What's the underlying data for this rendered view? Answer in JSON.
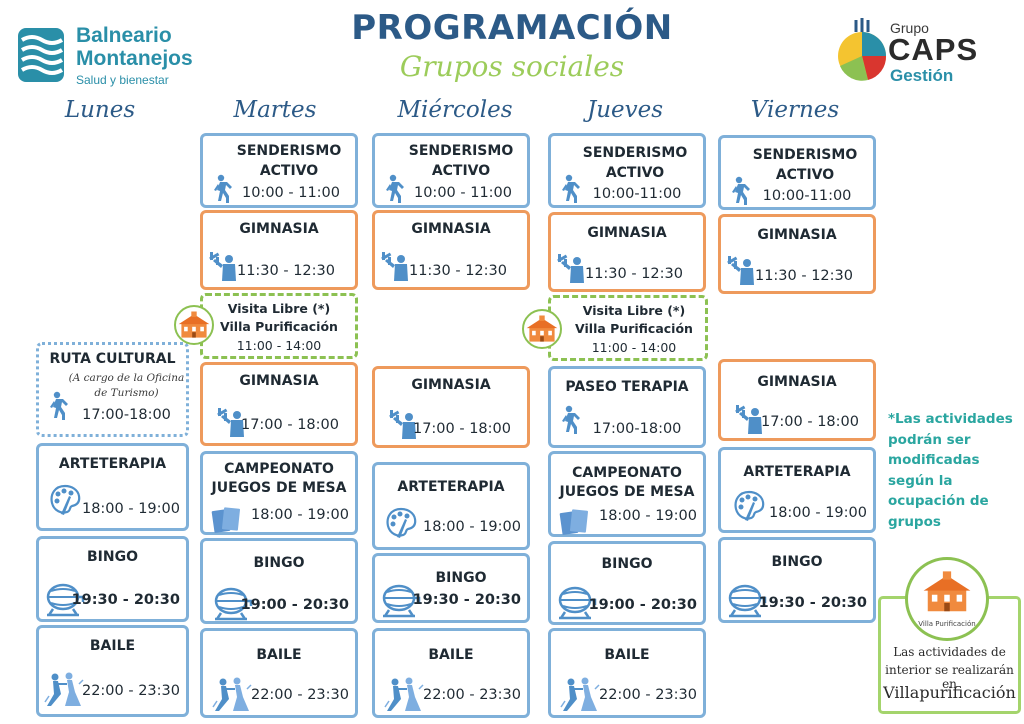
{
  "brand": {
    "name_line1": "Balneario",
    "name_line2": "Montanejos",
    "tagline": "Salud y bienestar",
    "partner_prefix": "Grupo",
    "partner_name": "CAPS",
    "partner_suffix": "Gestión"
  },
  "header": {
    "title": "PROGRAMACIÓN",
    "subtitle": "Grupos sociales"
  },
  "days": {
    "lunes": "Lunes",
    "martes": "Martes",
    "miercoles": "Miércoles",
    "jueves": "Jueves",
    "viernes": "Viernes"
  },
  "activities": {
    "senderismo": "SENDERISMO ACTIVO",
    "gimnasia": "GIMNASIA",
    "ruta": "RUTA CULTURAL",
    "ruta_note": "(A cargo de la Oficina de Turismo)",
    "visita_line1": "Visita Libre (*)",
    "visita_line2": "Villa Purificación",
    "paseo": "PASEO TERAPIA",
    "arteterapia": "ARTETERAPIA",
    "campeonato": "CAMPEONATO JUEGOS DE MESA",
    "bingo": "BINGO",
    "baile": "BAILE",
    "badge_label": "Villa Purificación"
  },
  "times": {
    "t1000_1100": "10:00 - 11:00",
    "t1000_1100b": "10:00-11:00",
    "t1130_1230": "11:30 - 12:30",
    "t1100_1400": "11:00 - 14:00",
    "t1700_1800": "17:00 - 18:00",
    "t1700_1800b": "17:00-18:00",
    "t1800_1900": "18:00 - 19:00",
    "t1930_2030": "19:30 - 20:30",
    "t1900_2030": "19:00 - 20:30",
    "t2200_2330": "22:00 - 23:30"
  },
  "notes": {
    "modified": "*Las actividades podrán ser modificadas según la ocupación de grupos",
    "indoor_line1": "Las actividades de",
    "indoor_line2": "interior se realizarán en",
    "indoor_place": "Villapurificación"
  },
  "colors": {
    "blue_border": "#7fb0d9",
    "orange_border": "#ee9a5c",
    "green_border": "#8cc152",
    "title": "#2c5a87",
    "note": "#2aa6a0"
  },
  "icons": [
    "walking-person-icon",
    "dumbbell-person-icon",
    "palette-icon",
    "cards-icon",
    "bingo-drum-icon",
    "dancers-icon",
    "building-icon",
    "waves-logo-icon"
  ]
}
